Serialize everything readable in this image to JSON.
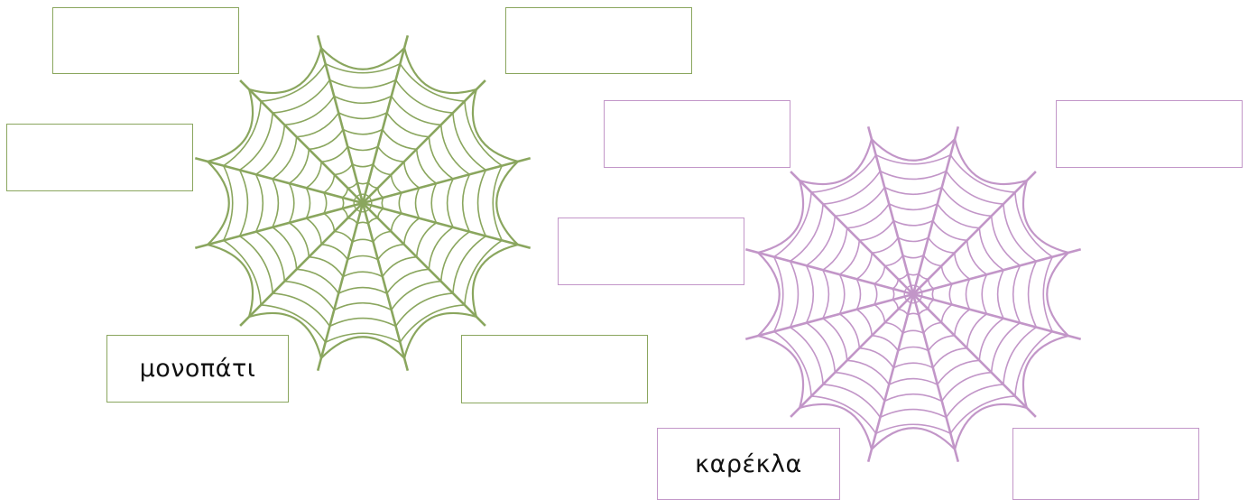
{
  "colors": {
    "green_web": "#8aa65e",
    "purple_web": "#c296c8"
  },
  "webs": [
    {
      "id": "green",
      "boxes": [
        {
          "text": ""
        },
        {
          "text": ""
        },
        {
          "text": ""
        },
        {
          "text": "μονοπάτι"
        },
        {
          "text": ""
        }
      ]
    },
    {
      "id": "purple",
      "boxes": [
        {
          "text": ""
        },
        {
          "text": ""
        },
        {
          "text": ""
        },
        {
          "text": "καρέκλα"
        },
        {
          "text": ""
        }
      ]
    }
  ]
}
